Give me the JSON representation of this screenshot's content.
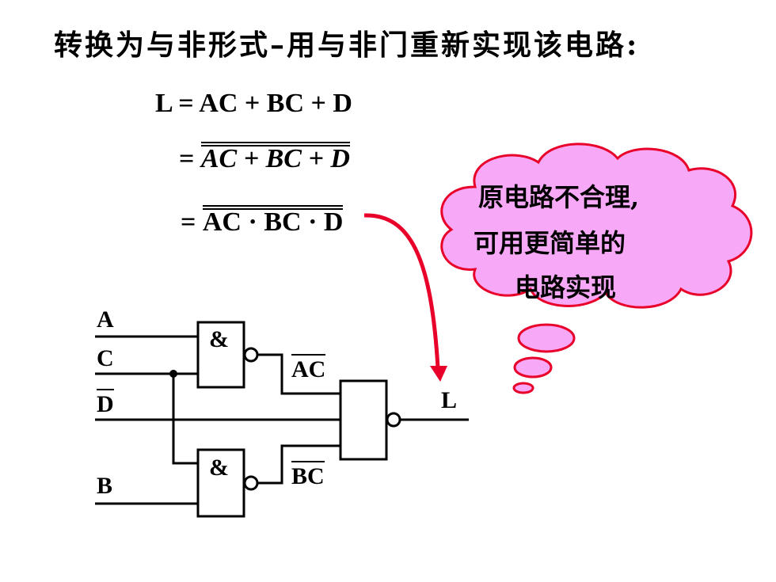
{
  "title": "转换为与非形式–用与非门重新实现该电路:",
  "equations": {
    "line1": "L = AC + BC + D",
    "line2_prefix": "= ",
    "line2_body": "AC + BC + D",
    "line3_prefix": "= ",
    "line3_term1": "AC",
    "line3_dot1": " · ",
    "line3_term2": "BC",
    "line3_dot2": " · ",
    "line3_term3": "D"
  },
  "circuit": {
    "inputs": [
      "A",
      "C",
      "D",
      "B"
    ],
    "gate_symbol": "&",
    "gate1_output_label": "AC",
    "gate2_output_label": "BC",
    "output_label": "L"
  },
  "cloud": {
    "line1": "原电路不合理,",
    "line2": "可用更简单的",
    "line3": "电路实现",
    "fill_color": "#f7a9f7",
    "stroke_color": "#e8002a"
  },
  "arrow_color": "#e8002a"
}
